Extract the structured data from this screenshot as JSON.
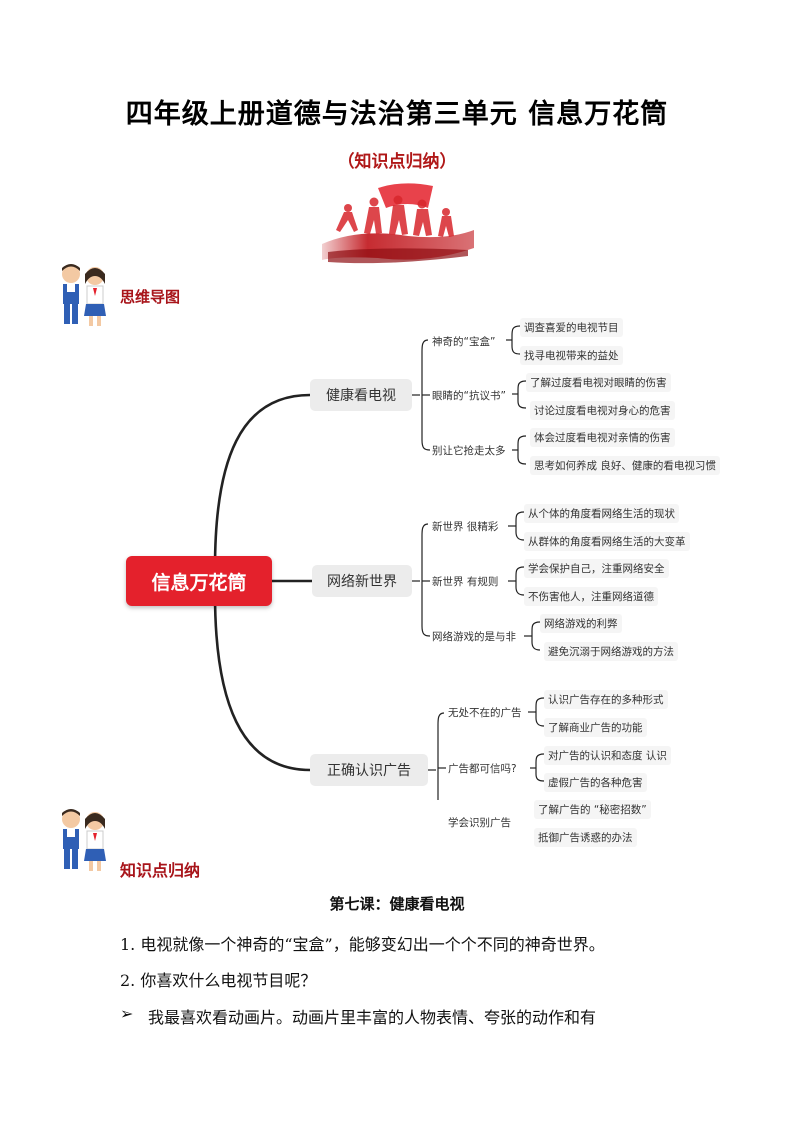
{
  "title": "四年级上册道德与法治第三单元 信息万花筒",
  "subtitle": "（知识点归纳）",
  "section1_label": "思维导图",
  "section2_label": "知识点归纳",
  "mindmap": {
    "root": "信息万花筒",
    "branches": [
      {
        "label": "健康看电视",
        "children": [
          {
            "label": "神奇的“宝盒”",
            "items": [
              "调查喜爱的电视节目",
              "找寻电视带来的益处"
            ]
          },
          {
            "label": "眼睛的“抗议书”",
            "items": [
              "了解过度看电视对眼睛的伤害",
              "讨论过度看电视对身心的危害"
            ]
          },
          {
            "label": "别让它抢走太多",
            "items": [
              "体会过度看电视对亲情的伤害",
              "思考如何养成 良好、健康的看电视习惯"
            ]
          }
        ]
      },
      {
        "label": "网络新世界",
        "children": [
          {
            "label": "新世界 很精彩",
            "items": [
              "从个体的角度看网络生活的现状",
              "从群体的角度看网络生活的大变革"
            ]
          },
          {
            "label": "新世界 有规则",
            "items": [
              "学会保护自己，注重网络安全",
              "不伤害他人，注重网络道德"
            ]
          },
          {
            "label": "网络游戏的是与非",
            "items": [
              "网络游戏的利弊",
              "避免沉溺于网络游戏的方法"
            ]
          }
        ]
      },
      {
        "label": "正确认识广告",
        "children": [
          {
            "label": "无处不在的广告",
            "items": [
              "认识广告存在的多种形式",
              "了解商业广告的功能"
            ]
          },
          {
            "label": "广告都可信吗?",
            "items": [
              "对广告的认识和态度 认识",
              "虚假广告的各种危害"
            ]
          },
          {
            "label": "学会识别广告",
            "items": [
              "了解广告的 “秘密招数”",
              "抵御广告诱惑的办法"
            ]
          }
        ]
      }
    ]
  },
  "lesson_title": "第七课：健康看电视",
  "paragraphs": [
    "1. 电视就像一个神奇的“宝盒”，能够变幻出一个个不同的神奇世界。",
    "2. 你喜欢什么电视节目呢？",
    "我最喜欢看动画片。动画片里丰富的人物表情、夸张的动作和有"
  ],
  "bullet_glyph": "➢",
  "colors": {
    "accent_red": "#e4212c",
    "label_red": "#a8141a",
    "line": "#222222"
  }
}
